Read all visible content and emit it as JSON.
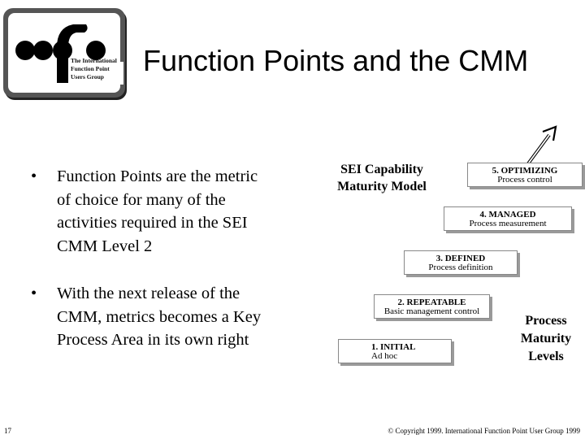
{
  "logo": {
    "line1": "The International",
    "line2": "Function Point",
    "line3": "Users Group"
  },
  "title": "Function Points and the CMM",
  "bullets": [
    {
      "text": "Function Points are the metric of choice for many of the activities required in the SEI CMM Level 2"
    },
    {
      "text": "With the next release of the CMM, metrics becomes a Key Process Area in its own right"
    }
  ],
  "bullet_glyph": "•",
  "diagram": {
    "left_label": "SEI Capability Maturity Model",
    "right_label": "Process Maturity Levels",
    "levels": [
      {
        "level": "1. INITIAL",
        "desc": "Ad hoc"
      },
      {
        "level": "2. REPEATABLE",
        "desc": "Basic management control"
      },
      {
        "level": "3. DEFINED",
        "desc": "Process definition"
      },
      {
        "level": "4. MANAGED",
        "desc": "Process measurement"
      },
      {
        "level": "5. OPTIMIZING",
        "desc": "Process control"
      }
    ]
  },
  "footer": {
    "page_number": "17",
    "copyright": "© Copyright 1999. International Function Point User Group 1999"
  }
}
